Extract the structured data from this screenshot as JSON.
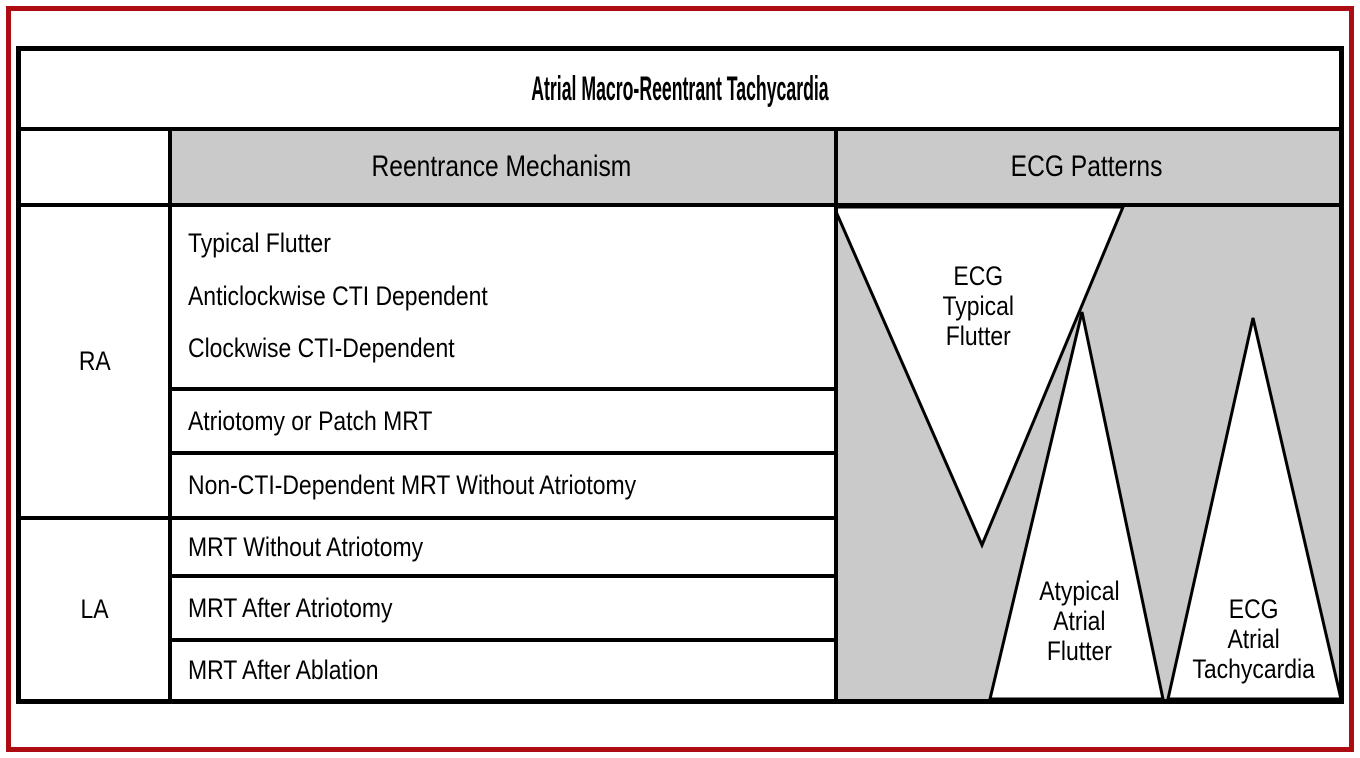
{
  "figure": {
    "title": "Atrial Macro-Reentrant Tachycardia",
    "header": {
      "mechanism": "Reentrance Mechanism",
      "ecg": "ECG Patterns"
    },
    "groups": {
      "ra": {
        "label": "RA",
        "rows": [
          [
            "Typical Flutter",
            "Anticlockwise CTI Dependent",
            "Clockwise CTI-Dependent"
          ],
          [
            "Atriotomy or Patch MRT"
          ],
          [
            "Non-CTI-Dependent MRT Without Atriotomy"
          ]
        ]
      },
      "la": {
        "label": "LA",
        "rows": [
          [
            "MRT Without Atriotomy"
          ],
          [
            "MRT After Atriotomy"
          ],
          [
            "MRT After Ablation"
          ]
        ]
      }
    },
    "ecg_patterns": {
      "typical_flutter": [
        "ECG",
        "Typical",
        "Flutter"
      ],
      "atypical_flutter": [
        "Atypical",
        "Atrial",
        "Flutter"
      ],
      "atrial_tachycardia": [
        "ECG",
        "Atrial",
        "Tachycardia"
      ]
    },
    "colors": {
      "frame_red": "#ad0c12",
      "header_gray": "#cacaca",
      "line_black": "#000000"
    }
  }
}
